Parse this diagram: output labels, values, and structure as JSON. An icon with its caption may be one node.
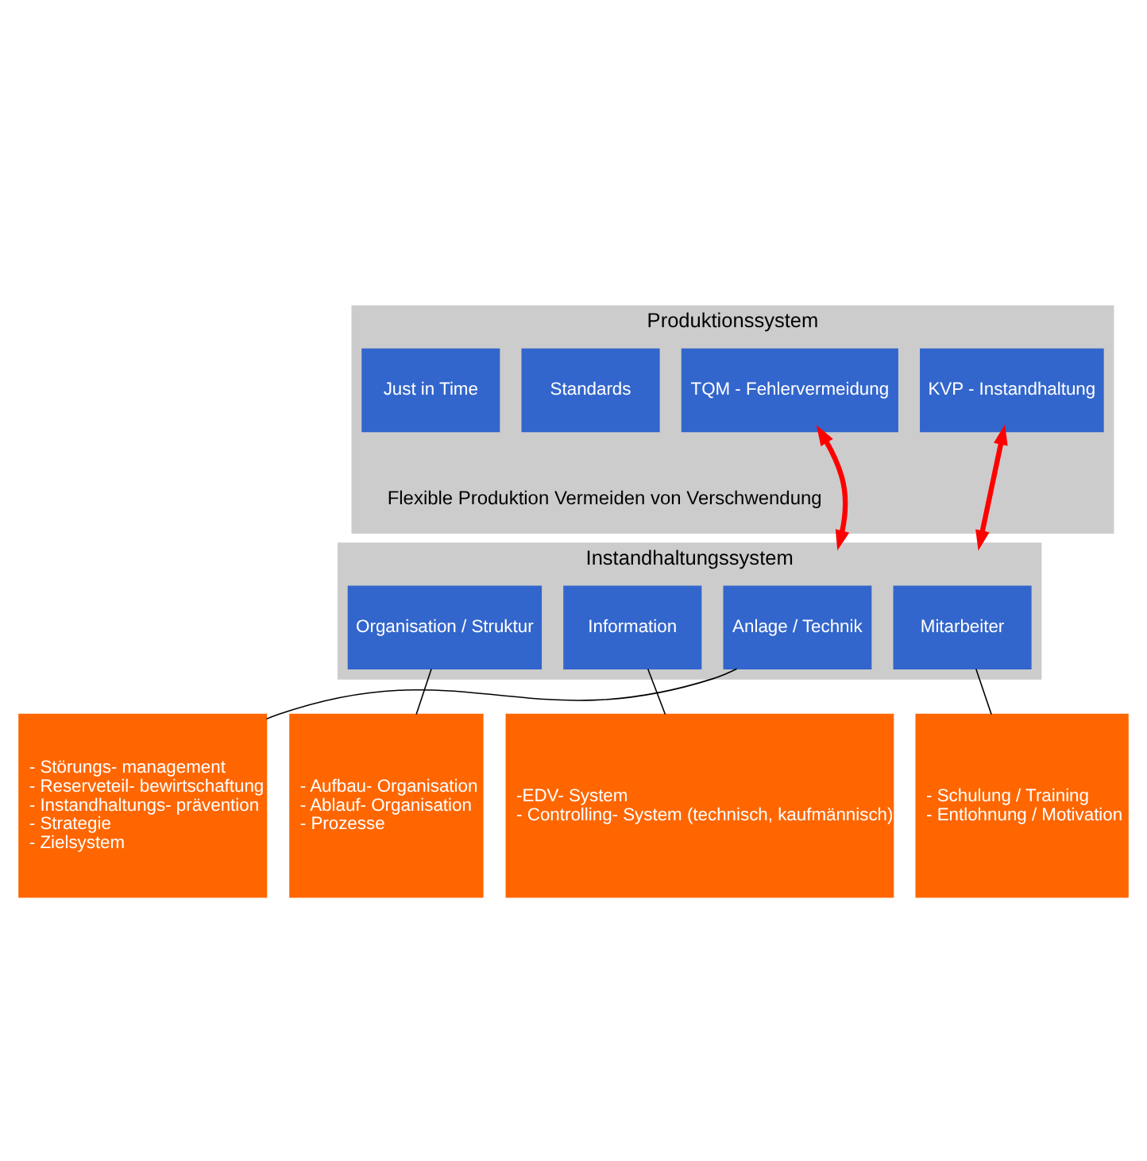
{
  "diagram": {
    "nodes": [
      {
        "text": [
          "Produktionssystem",
          "Flexible Produktion Vermeiden von Verschwendung"
        ]
      },
      {
        "text": [
          "TQM - Fehlervermeidung"
        ],
        "in": 0
      },
      {
        "text": [
          "Just in Time"
        ],
        "in": 0
      },
      {
        "text": [
          "Standards"
        ],
        "in": 0
      },
      {
        "text": [
          "KVP - Instandhaltung"
        ],
        "in": 0
      },
      {
        "text": [
          "Instandhaltungssystem"
        ]
      },
      {
        "text": [
          "Anlage / Technik"
        ],
        "in": 5
      },
      {
        "text": [
          "Organisation / Struktur"
        ],
        "in": 5
      },
      {
        "text": [
          "Information"
        ],
        "in": 5
      },
      {
        "text": [
          "Mitarbeiter"
        ],
        "in": 5
      },
      {
        "text": [
          "- Störungs- management",
          "- Reserveteil- bewirtschaftung",
          "- Instandhaltungs- prävention",
          "- Strategie",
          "- Zielsystem"
        ]
      },
      {
        "text": [
          "- Aufbau- Organisation",
          "- Ablauf- Organisation",
          "- Prozesse"
        ]
      },
      {
        "text": [
          "-EDV- System",
          "- Controlling- System (technisch, kaufmännisch)"
        ]
      },
      {
        "text": [
          "- Schulung / Training",
          "- Entlohnung / Motivation"
        ]
      }
    ],
    "edges": [
      {
        "from": 1,
        "to": 5,
        "arrow": "both",
        "style": "thick",
        "color": "#ff0000"
      },
      {
        "from": 4,
        "to": 5,
        "arrow": "both",
        "style": "thick",
        "color": "#ff0000"
      },
      {
        "from": 6,
        "to": 10,
        "arrow": "none"
      },
      {
        "from": 7,
        "to": 11,
        "arrow": "none"
      },
      {
        "from": 8,
        "to": 12,
        "arrow": "none"
      },
      {
        "from": 9,
        "to": 13,
        "arrow": "none"
      }
    ]
  }
}
